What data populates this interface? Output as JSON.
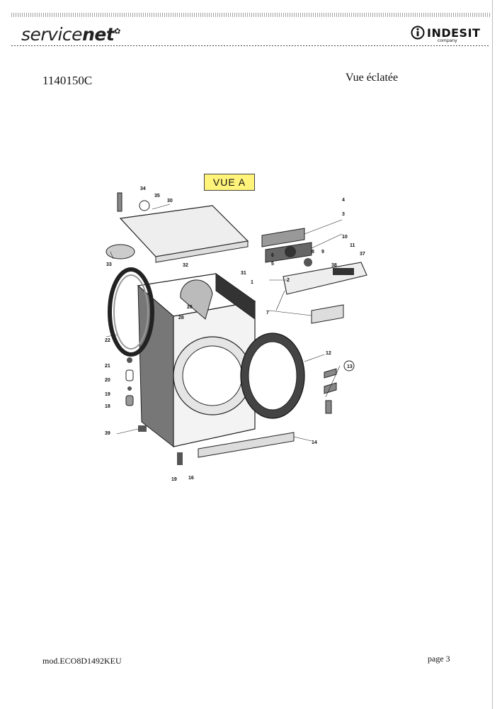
{
  "header": {
    "brand_left_a": "service",
    "brand_left_b": "net",
    "brand_right": "INDESIT",
    "brand_right_sub": "company"
  },
  "document": {
    "code": "1140150C",
    "view_title": "Vue éclatée",
    "view_label": "VUE A"
  },
  "callouts": [
    "34",
    "35",
    "30",
    "4",
    "3",
    "10",
    "11",
    "37",
    "9",
    "8",
    "6",
    "5",
    "38",
    "2",
    "7",
    "32",
    "31",
    "1",
    "33",
    "26",
    "28",
    "22",
    "21",
    "20",
    "19",
    "18",
    "39",
    "12",
    "13",
    "14",
    "16"
  ],
  "footer": {
    "model": "mod.ECO8D1492KEU",
    "page": "page 3"
  }
}
